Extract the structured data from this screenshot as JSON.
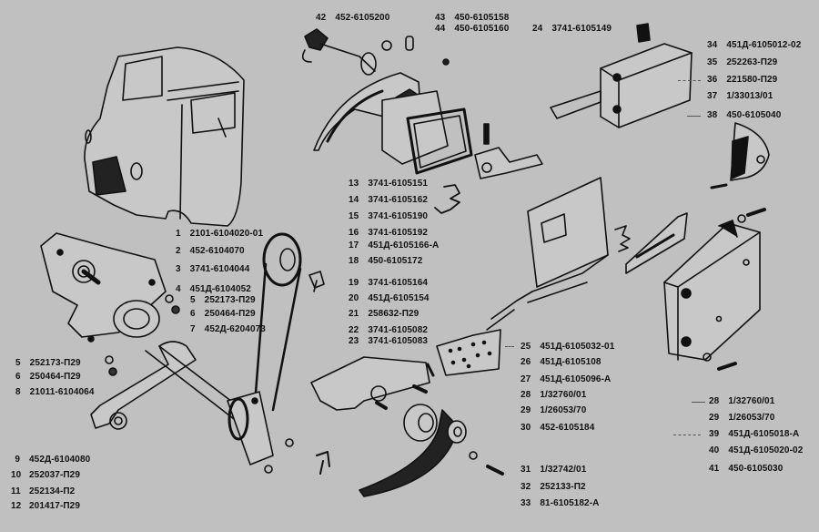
{
  "diagram": {
    "background_color": "#c0c0c0",
    "ink_color": "#111111",
    "subject": "UAZ cab door lock and window regulator exploded view",
    "labels": [
      {
        "id": "42",
        "num": "42",
        "part": "452-6105200"
      },
      {
        "id": "43",
        "num": "43",
        "part": "450-6105158"
      },
      {
        "id": "44",
        "num": "44",
        "part": "450-6105160"
      },
      {
        "id": "24",
        "num": "24",
        "part": "3741-6105149"
      },
      {
        "id": "34",
        "num": "34",
        "part": "451Д-6105012-02"
      },
      {
        "id": "35",
        "num": "35",
        "part": "252263-П29"
      },
      {
        "id": "36",
        "num": "36",
        "part": "221580-П29"
      },
      {
        "id": "37",
        "num": "37",
        "part": "1/33013/01"
      },
      {
        "id": "38",
        "num": "38",
        "part": "450-6105040"
      },
      {
        "id": "1",
        "num": "1",
        "part": "2101-6104020-01"
      },
      {
        "id": "2",
        "num": "2",
        "part": "452-6104070"
      },
      {
        "id": "3",
        "num": "3",
        "part": "3741-6104044"
      },
      {
        "id": "4",
        "num": "4",
        "part": "451Д-6104052"
      },
      {
        "id": "5a",
        "num": "5",
        "part": "252173-П29"
      },
      {
        "id": "6a",
        "num": "6",
        "part": "250464-П29"
      },
      {
        "id": "7",
        "num": "7",
        "part": "452Д-6204073"
      },
      {
        "id": "13",
        "num": "13",
        "part": "3741-6105151"
      },
      {
        "id": "14",
        "num": "14",
        "part": "3741-6105162"
      },
      {
        "id": "15",
        "num": "15",
        "part": "3741-6105190"
      },
      {
        "id": "16",
        "num": "16",
        "part": "3741-6105192"
      },
      {
        "id": "17",
        "num": "17",
        "part": "451Д-6105166-А"
      },
      {
        "id": "18",
        "num": "18",
        "part": "450-6105172"
      },
      {
        "id": "19",
        "num": "19",
        "part": "3741-6105164"
      },
      {
        "id": "20",
        "num": "20",
        "part": "451Д-6105154"
      },
      {
        "id": "21",
        "num": "21",
        "part": "258632-П29"
      },
      {
        "id": "22",
        "num": "22",
        "part": "3741-6105082"
      },
      {
        "id": "23",
        "num": "23",
        "part": "3741-6105083"
      },
      {
        "id": "5b",
        "num": "5",
        "part": "252173-П29"
      },
      {
        "id": "6b",
        "num": "6",
        "part": "250464-П29"
      },
      {
        "id": "8",
        "num": "8",
        "part": "21011-6104064"
      },
      {
        "id": "9",
        "num": "9",
        "part": "452Д-6104080"
      },
      {
        "id": "10",
        "num": "10",
        "part": "252037-П29"
      },
      {
        "id": "11",
        "num": "11",
        "part": "252134-П2"
      },
      {
        "id": "12",
        "num": "12",
        "part": "201417-П29"
      },
      {
        "id": "25",
        "num": "25",
        "part": "451Д-6105032-01"
      },
      {
        "id": "26",
        "num": "26",
        "part": "451Д-6105108"
      },
      {
        "id": "27",
        "num": "27",
        "part": "451Д-6105096-А"
      },
      {
        "id": "28a",
        "num": "28",
        "part": "1/32760/01"
      },
      {
        "id": "29a",
        "num": "29",
        "part": "1/26053/70"
      },
      {
        "id": "30",
        "num": "30",
        "part": "452-6105184"
      },
      {
        "id": "31",
        "num": "31",
        "part": "1/32742/01"
      },
      {
        "id": "32",
        "num": "32",
        "part": "252133-П2"
      },
      {
        "id": "33",
        "num": "33",
        "part": "81-6105182-А"
      },
      {
        "id": "28b",
        "num": "28",
        "part": "1/32760/01"
      },
      {
        "id": "29b",
        "num": "29",
        "part": "1/26053/70"
      },
      {
        "id": "39",
        "num": "39",
        "part": "451Д-6105018-А"
      },
      {
        "id": "40",
        "num": "40",
        "part": "451Д-6105020-02"
      },
      {
        "id": "41",
        "num": "41",
        "part": "450-6105030"
      }
    ],
    "parts_depicted": [
      "cab-body",
      "window-regulator-bracket",
      "regulator-pulley",
      "regulator-cable",
      "regulator-crank-arm",
      "key-and-lock-cylinder",
      "outer-door-handle",
      "handle-gasket",
      "lock-lever",
      "torsion-spring",
      "striker-plate",
      "lock-rod",
      "lock-body-upper",
      "latch-wedge",
      "lock-body-lower",
      "lock-mechanism-plate",
      "inner-handle",
      "escutcheon-rosette"
    ]
  }
}
